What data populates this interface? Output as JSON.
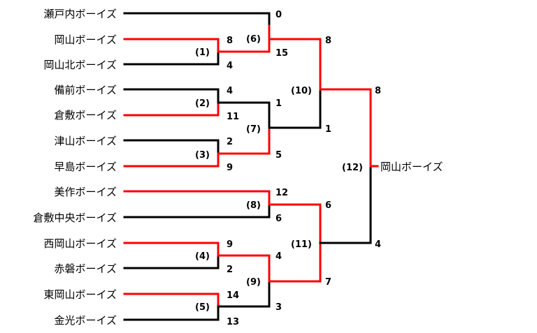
{
  "colors": {
    "winner_line": "#ff0000",
    "loser_line": "#000000",
    "background": "#ffffff"
  },
  "teams": [
    "瀬戸内ボーイズ",
    "岡山ボーイズ",
    "岡山北ボーイズ",
    "備前ボーイズ",
    "倉敷ボーイズ",
    "津山ボーイズ",
    "早島ボーイズ",
    "美作ボーイズ",
    "倉敷中央ボーイズ",
    "西岡山ボーイズ",
    "赤磐ボーイズ",
    "東岡山ボーイズ",
    "金光ボーイズ"
  ],
  "matches": [
    {
      "id": "m1",
      "label": "(1)",
      "top_score": "8",
      "bottom_score": "4",
      "winner": "top"
    },
    {
      "id": "m2",
      "label": "(2)",
      "top_score": "4",
      "bottom_score": "11",
      "winner": "bottom"
    },
    {
      "id": "m3",
      "label": "(3)",
      "top_score": "2",
      "bottom_score": "9",
      "winner": "bottom"
    },
    {
      "id": "m4",
      "label": "(4)",
      "top_score": "9",
      "bottom_score": "2",
      "winner": "top"
    },
    {
      "id": "m5",
      "label": "(5)",
      "top_score": "14",
      "bottom_score": "13",
      "winner": "top"
    },
    {
      "id": "m6",
      "label": "(6)",
      "top_score": "0",
      "bottom_score": "15",
      "winner": "bottom"
    },
    {
      "id": "m7",
      "label": "(7)",
      "top_score": "1",
      "bottom_score": "5",
      "winner": "bottom"
    },
    {
      "id": "m8",
      "label": "(8)",
      "top_score": "12",
      "bottom_score": "6",
      "winner": "top"
    },
    {
      "id": "m9",
      "label": "(9)",
      "top_score": "4",
      "bottom_score": "3",
      "winner": "top"
    },
    {
      "id": "m10",
      "label": "(10)",
      "top_score": "8",
      "bottom_score": "1",
      "winner": "top"
    },
    {
      "id": "m11",
      "label": "(11)",
      "top_score": "6",
      "bottom_score": "7",
      "winner": "bottom"
    },
    {
      "id": "m12",
      "label": "(12)",
      "top_score": "8",
      "bottom_score": "4",
      "winner": "top"
    }
  ],
  "champion": "岡山ボーイズ"
}
